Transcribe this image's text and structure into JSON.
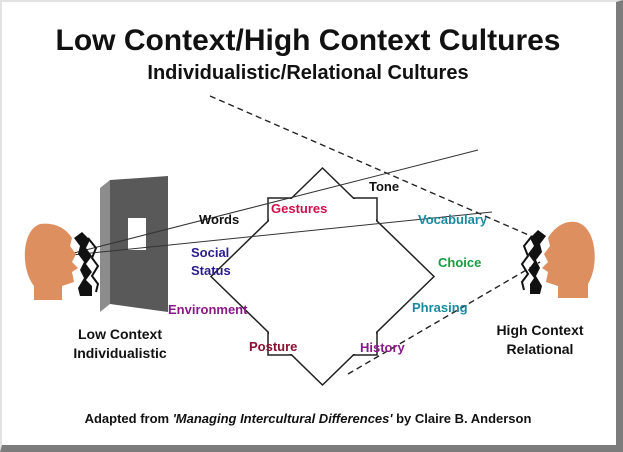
{
  "title": "Low Context/High Context Cultures",
  "subtitle": "Individualistic/Relational Cultures",
  "star_words": {
    "tone": "Tone",
    "gestures": "Gestures",
    "words": "Words",
    "vocabulary": "Vocabulary",
    "social_status_line1": "Social",
    "social_status_line2": "Status",
    "choice": "Choice",
    "environment": "Environment",
    "phrasing": "Phrasing",
    "posture": "Posture",
    "history": "History"
  },
  "left_label": {
    "line1": "Low Context",
    "line2": "Individualistic"
  },
  "right_label": {
    "line1": "High Context",
    "line2": "Relational"
  },
  "credit": {
    "prefix": "Adapted from ",
    "source": "'Managing Intercultural Differences'",
    "suffix": " by Claire B. Anderson"
  },
  "colors": {
    "head_fill": "#de8f5f",
    "wall": "#595959",
    "gestures": "#d0104c",
    "social_status": "#2a1c8a",
    "environment": "#8a1a8a",
    "posture": "#8a1030",
    "history": "#8a1a8a",
    "vocabulary": "#1a8aa0",
    "choice": "#1a9a40",
    "phrasing": "#1a8aa0",
    "words": "#111111",
    "tone": "#111111"
  },
  "icons": [
    "left-head-icon",
    "right-head-icon",
    "wall-icon",
    "star-icon"
  ]
}
